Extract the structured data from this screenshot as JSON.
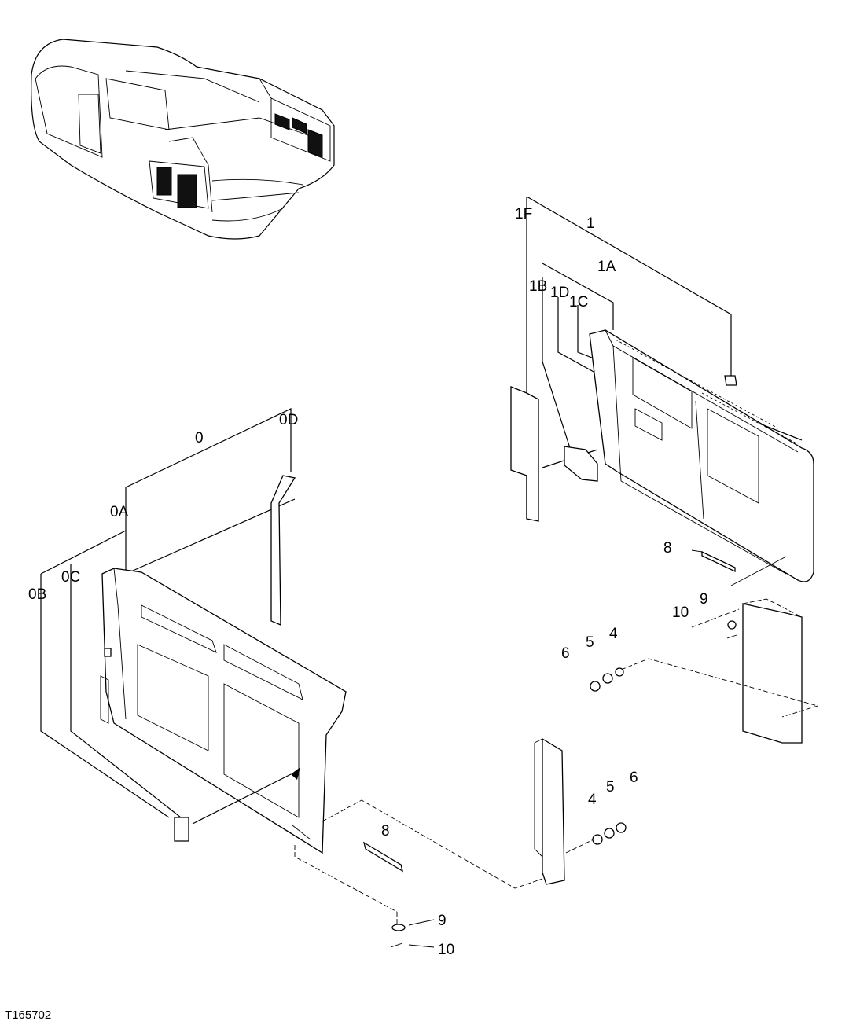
{
  "figure_id": "T165702",
  "callouts": {
    "c_0": "0",
    "c_0a": "0A",
    "c_0b": "0B",
    "c_0c": "0C",
    "c_0d": "0D",
    "c_1": "1",
    "c_1a": "1A",
    "c_1b": "1B",
    "c_1c": "1C",
    "c_1d": "1D",
    "c_1f": "1F",
    "c_4_right": "4",
    "c_5_right": "5",
    "c_6_right": "6",
    "c_8_right": "8",
    "c_9_right": "9",
    "c_10_right": "10",
    "c_4_lower": "4",
    "c_5_lower": "5",
    "c_6_lower": "6",
    "c_8_lower": "8",
    "c_9_lower": "9",
    "c_10_lower": "10"
  }
}
